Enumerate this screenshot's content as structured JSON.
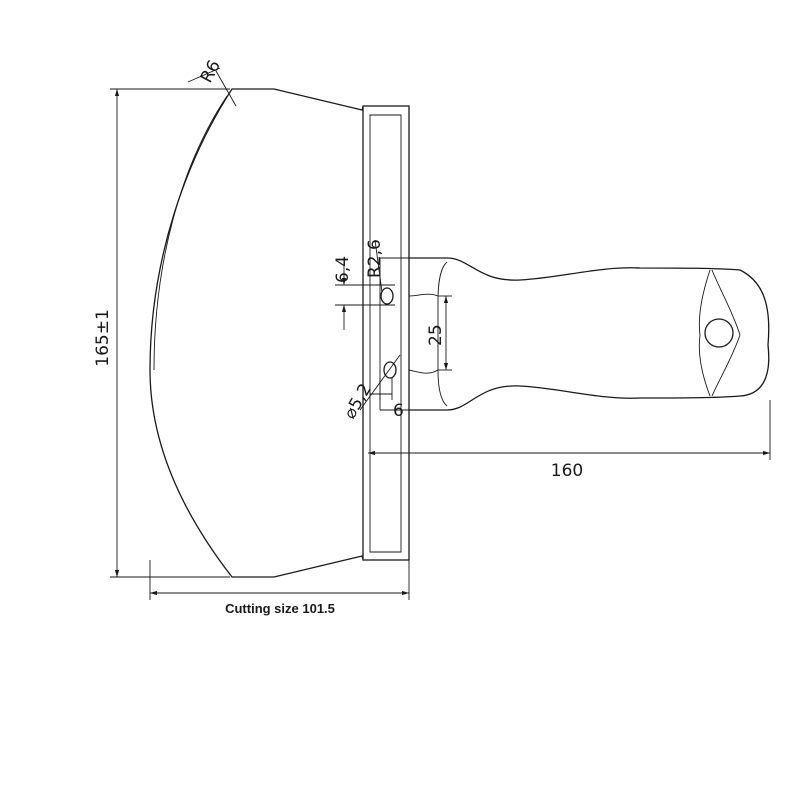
{
  "drawing": {
    "labels": {
      "blade_corner_radius": "R6",
      "overall_height": "165±1",
      "hole_spacing_vertical": "6,4",
      "slot_radius": "R2,6",
      "handle_width": "25",
      "hole_diameter": "⌀5,2",
      "hole_offset": "6",
      "total_length": "160",
      "cutting_size": "Cutting size 101.5"
    }
  }
}
